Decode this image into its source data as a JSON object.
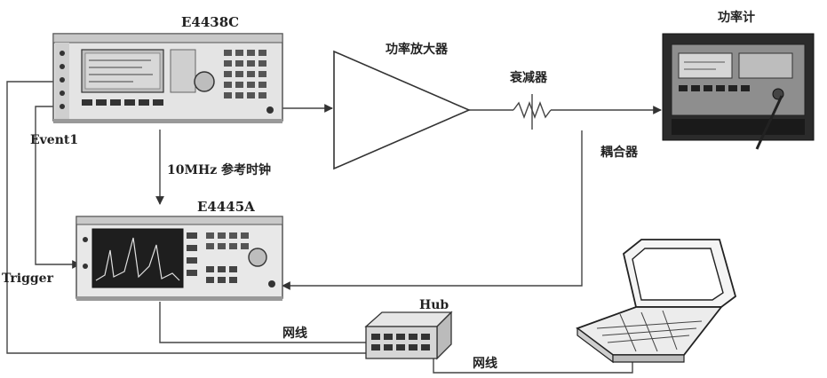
{
  "labels": {
    "signal_generator": "E4438C",
    "power_amplifier": "功率放大器",
    "attenuator": "衰减器",
    "power_meter": "功率计",
    "coupler": "耦合器",
    "event": "Event1",
    "reference_clock": "10MHz 参考时钟",
    "signal_analyzer": "E4445A",
    "trigger": "Trigger",
    "hub": "Hub",
    "network_cable_1": "网线",
    "network_cable_2": "网线"
  }
}
